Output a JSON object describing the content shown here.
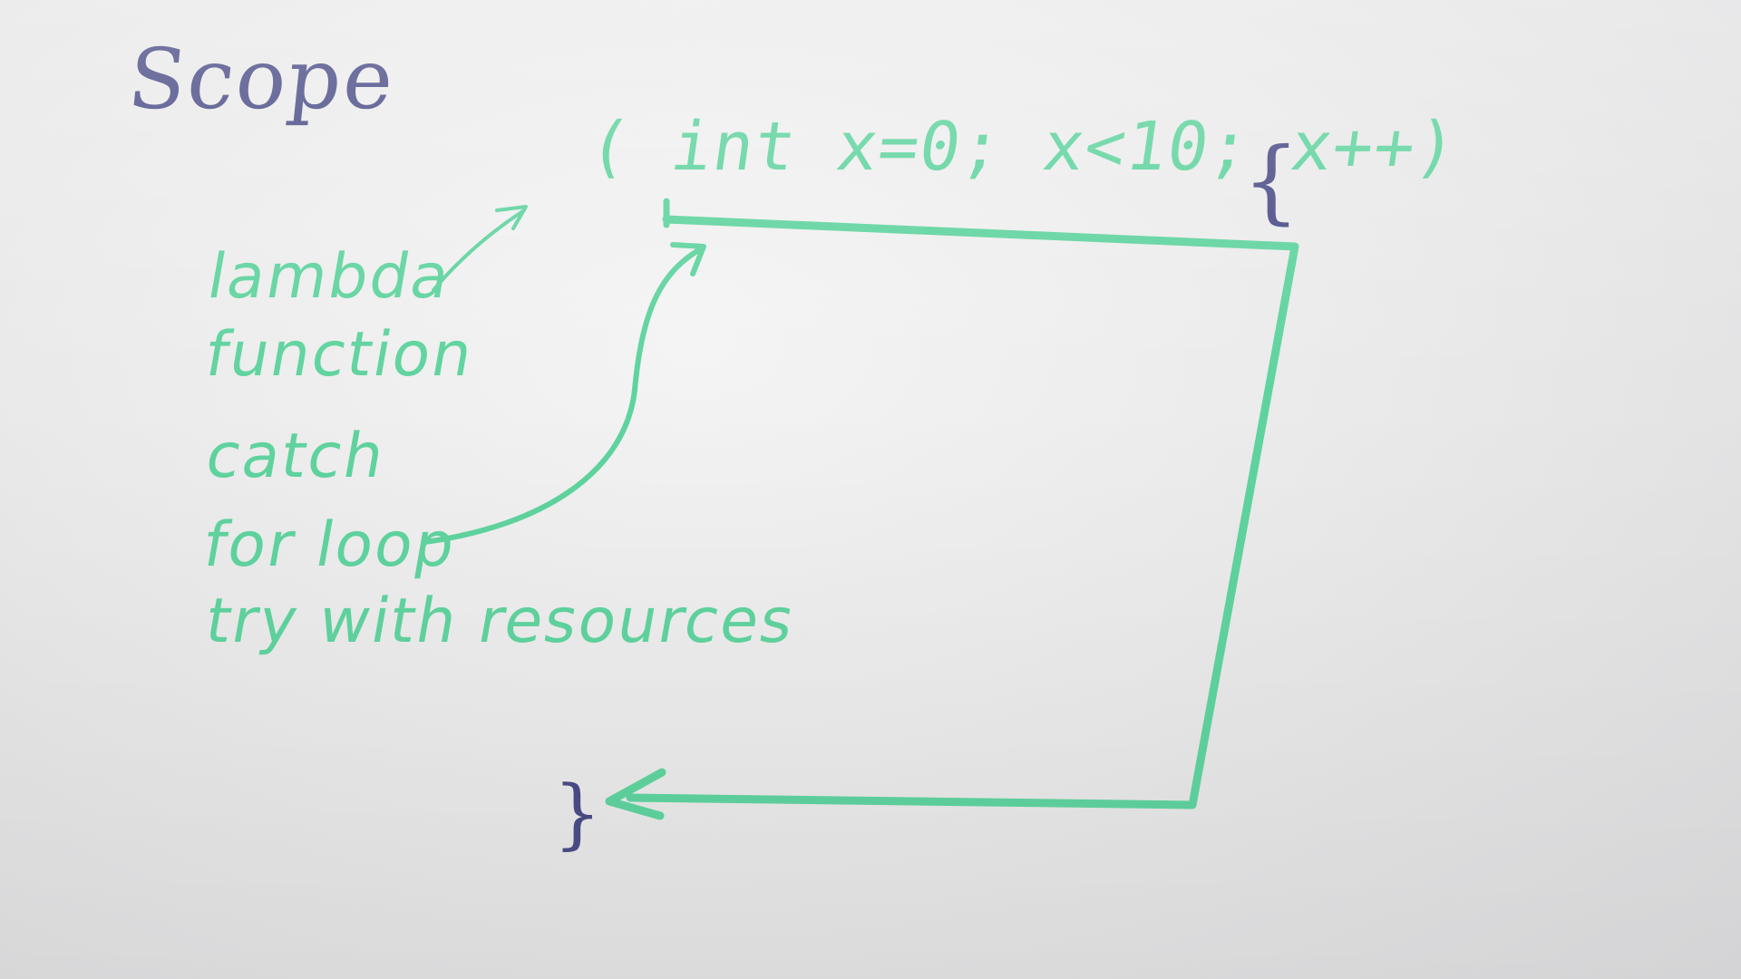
{
  "whiteboard": {
    "title": "Scope",
    "code": "( int x=0; x<10; x++)",
    "open_brace": "{",
    "close_brace": "}",
    "scope_types": [
      {
        "label": "lambda"
      },
      {
        "label": "function"
      },
      {
        "label": "catch"
      },
      {
        "label": "for loop"
      },
      {
        "label": "try with resources"
      }
    ]
  },
  "colors": {
    "marker_blue": "#4a4c86",
    "marker_green": "#5fd39e",
    "board": "#ececec"
  }
}
